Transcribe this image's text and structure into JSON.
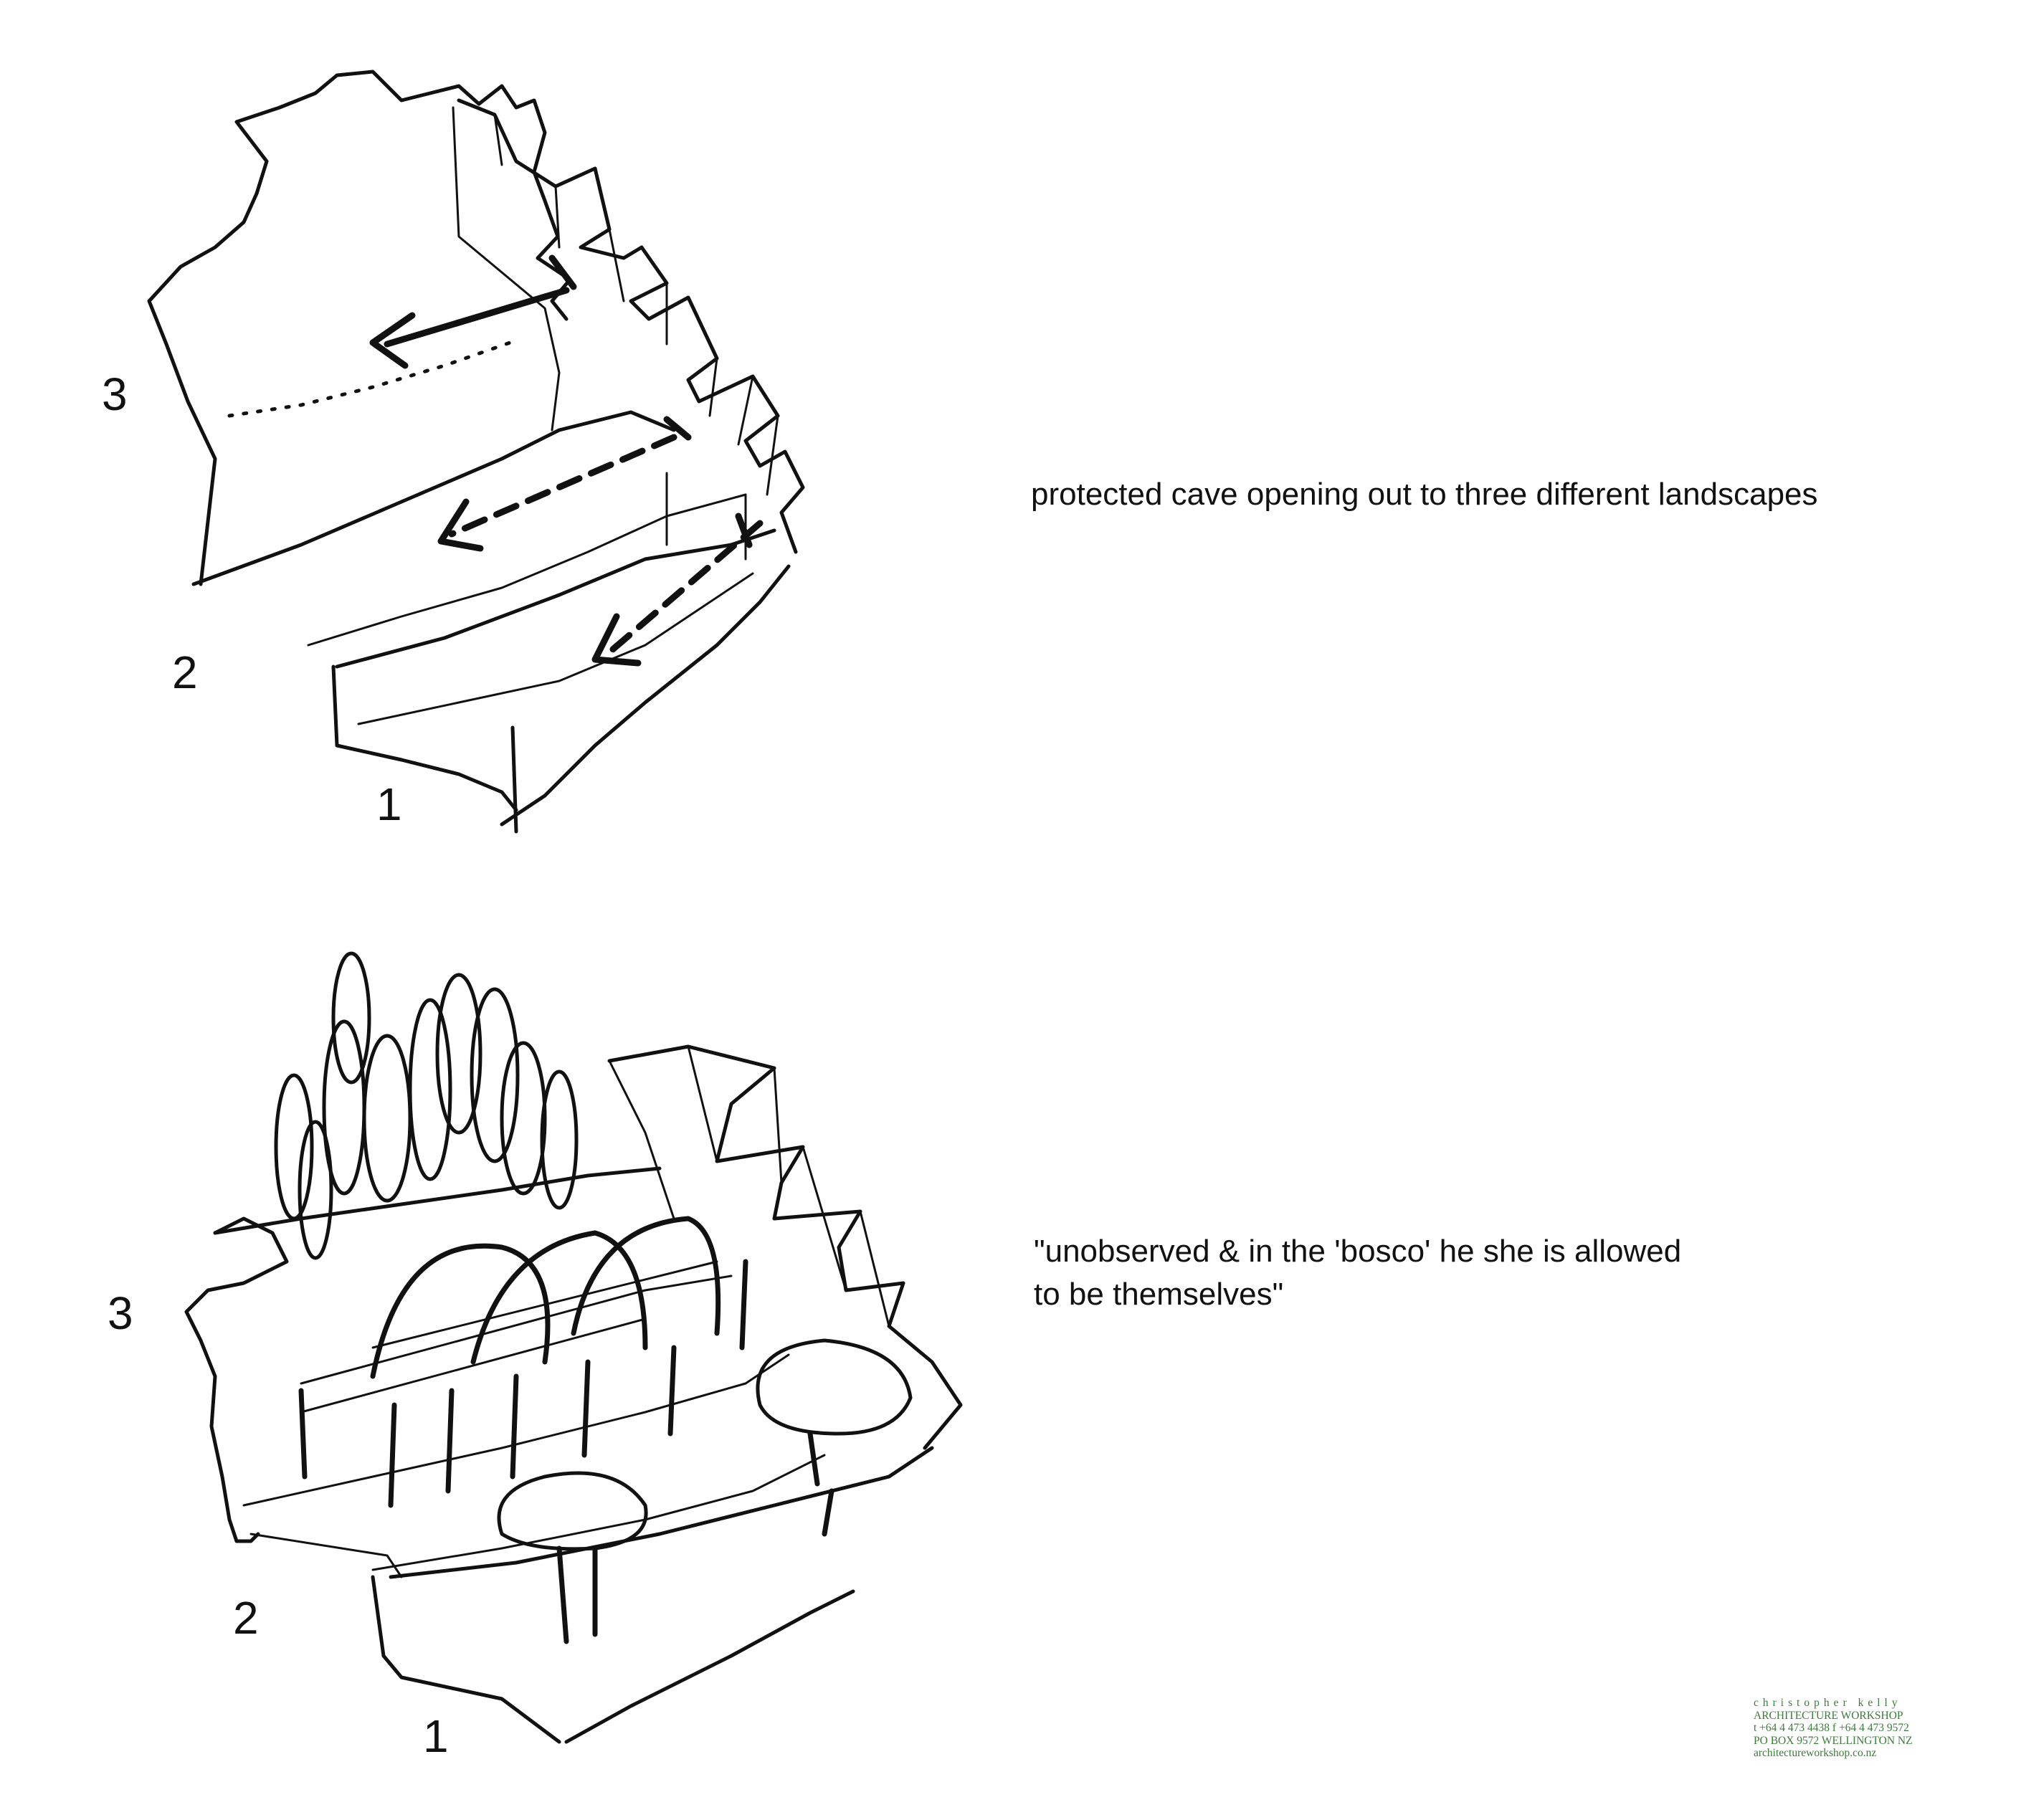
{
  "sketch_top": {
    "labels": {
      "n3": "3",
      "n2": "2",
      "n1": "1"
    },
    "caption": "protected cave opening out to three different landscapes"
  },
  "sketch_bottom": {
    "labels": {
      "n3": "3",
      "n2": "2",
      "n1": "1"
    },
    "caption_lines": [
      "\"unobserved & in the 'bosco' he she is allowed",
      "to be themselves\""
    ]
  },
  "stamp": {
    "name": "christopher kelly",
    "firm": "ARCHITECTURE WORKSHOP",
    "phone": "t +64 4 473 4438  f +64 4 473 9572",
    "address": "PO BOX 9572 WELLINGTON NZ",
    "web": "architectureworkshop.co.nz",
    "color": "#3e7a3c"
  }
}
